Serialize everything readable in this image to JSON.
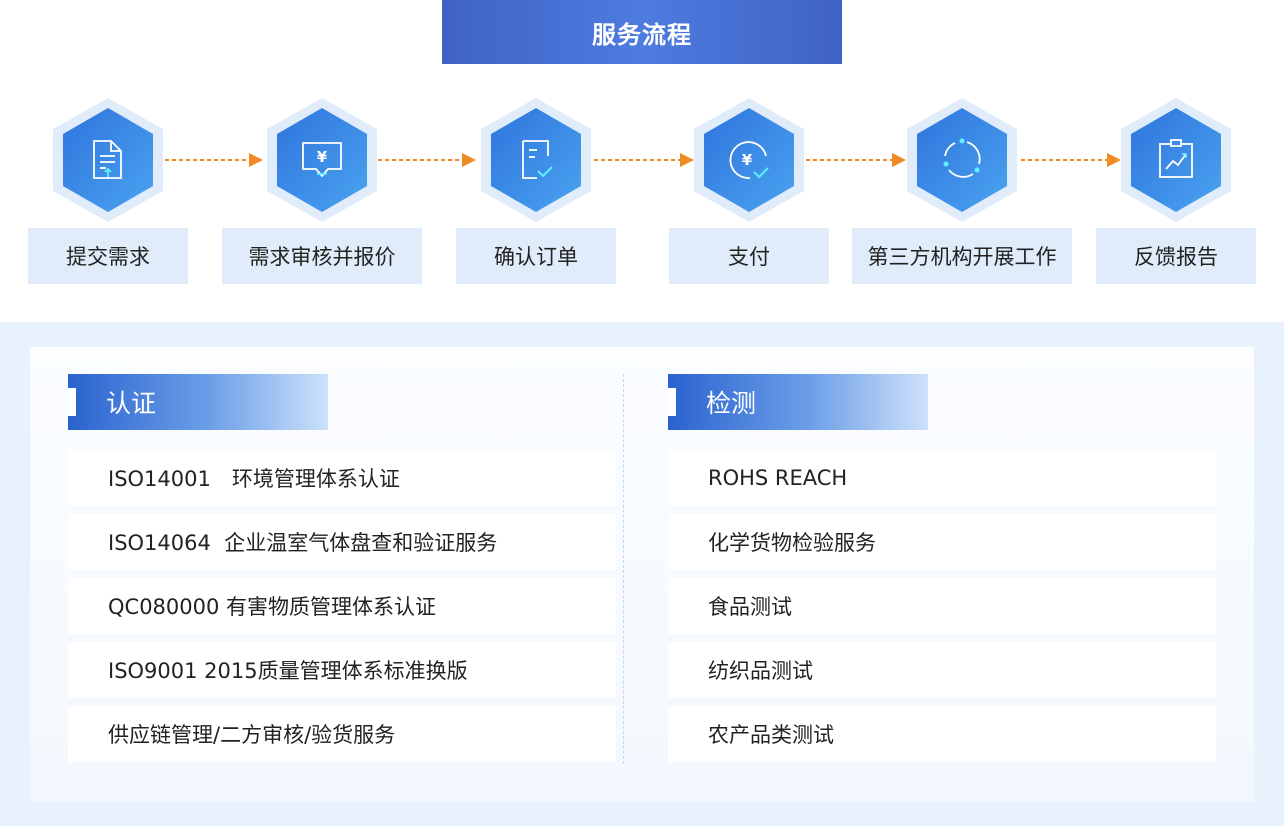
{
  "header": {
    "title": "服务流程"
  },
  "steps": [
    {
      "label": "提交需求",
      "icon": "document-upload-icon"
    },
    {
      "label": "需求审核并报价",
      "icon": "yen-message-icon"
    },
    {
      "label": "确认订单",
      "icon": "order-check-icon"
    },
    {
      "label": "支付",
      "icon": "yen-payment-icon"
    },
    {
      "label": "第三方机构开展工作",
      "icon": "process-cycle-icon"
    },
    {
      "label": "反馈报告",
      "icon": "report-chart-icon"
    }
  ],
  "sections": {
    "certification": {
      "title": "认证",
      "items": [
        "ISO14001　环境管理体系认证",
        "ISO14064  企业温室气体盘查和验证服务",
        "QC080000 有害物质管理体系认证",
        "ISO9001 2015质量管理体系标准换版",
        "供应链管理/二方审核/验货服务"
      ]
    },
    "testing": {
      "title": "检测",
      "items": [
        "ROHS REACH",
        "化学货物检验服务",
        "食品测试",
        "纺织品测试",
        "农产品类测试"
      ]
    }
  },
  "colors": {
    "banner": "#3f63c4",
    "hex_fill": "#3c8ae6",
    "hex_halo": "#e1ecfb",
    "label_bg": "#e1ecfb",
    "arrow": "#f08a24",
    "section_head": "#2a63cf",
    "lower_bg": "#e8f1fc"
  }
}
